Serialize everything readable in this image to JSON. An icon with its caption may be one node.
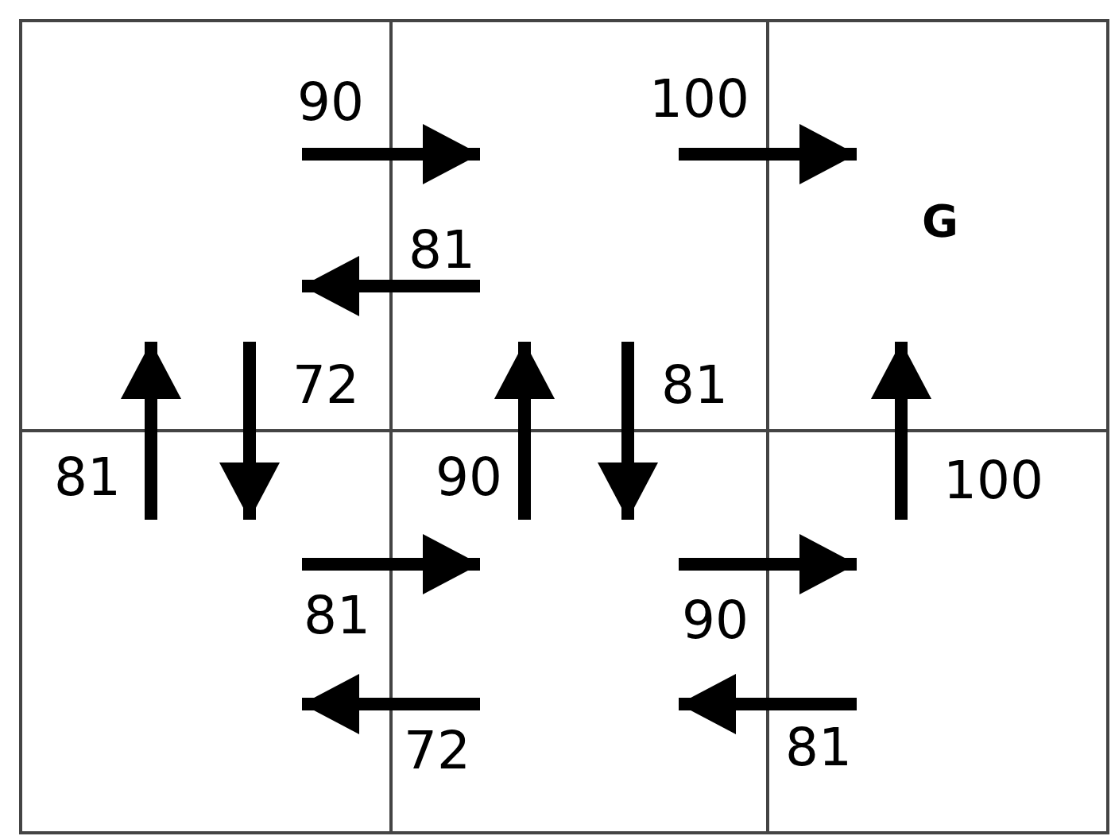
{
  "diagram": {
    "nodes": [
      {
        "text": [],
        "shape": "box"
      },
      {
        "text": [],
        "shape": "box"
      },
      {
        "text": [
          "G"
        ]
      },
      {
        "text": [],
        "shape": "box"
      },
      {
        "text": [],
        "shape": "box"
      },
      {
        "text": [],
        "shape": "box"
      }
    ],
    "edges": [
      {
        "from": 0,
        "to": 1,
        "arrow": "to",
        "label": "90"
      },
      {
        "from": 1,
        "to": 2,
        "arrow": "to",
        "label": "100"
      },
      {
        "from": 1,
        "to": 0,
        "arrow": "to",
        "label": "81"
      },
      {
        "from": 3,
        "to": 0,
        "arrow": "to",
        "label": "81"
      },
      {
        "from": 0,
        "to": 3,
        "arrow": "to",
        "label": "72"
      },
      {
        "from": 4,
        "to": 1,
        "arrow": "to",
        "label": "90"
      },
      {
        "from": 1,
        "to": 4,
        "arrow": "to",
        "label": "81"
      },
      {
        "from": 5,
        "to": 2,
        "arrow": "to",
        "label": "100"
      },
      {
        "from": 3,
        "to": 4,
        "arrow": "to",
        "label": "81"
      },
      {
        "from": 4,
        "to": 5,
        "arrow": "to",
        "label": "90"
      },
      {
        "from": 4,
        "to": 3,
        "arrow": "to",
        "label": "72"
      },
      {
        "from": 5,
        "to": 4,
        "arrow": "to",
        "label": "81"
      }
    ]
  }
}
